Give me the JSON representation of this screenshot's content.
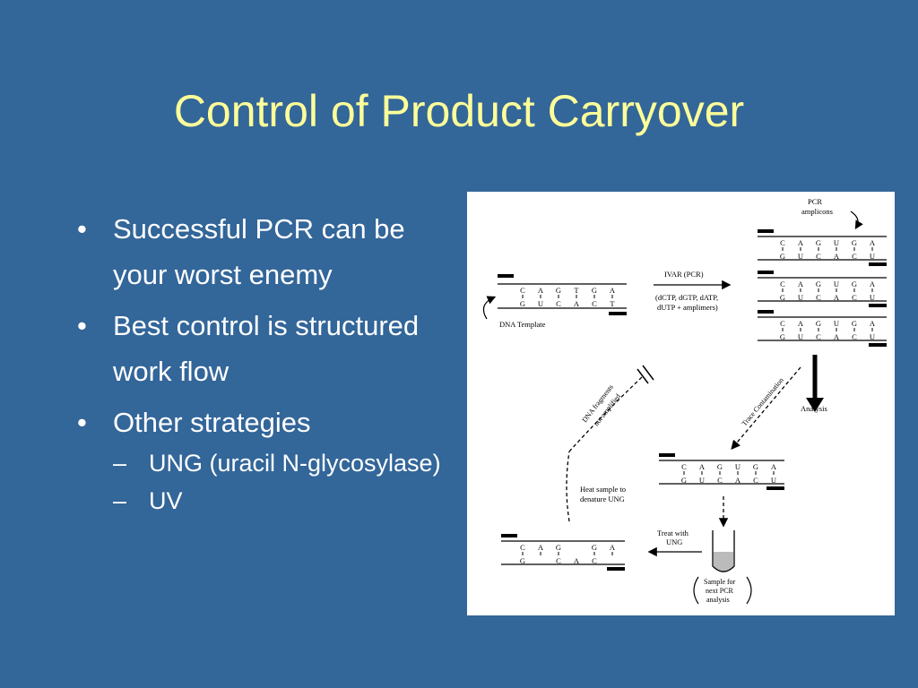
{
  "title": "Control of Product Carryover",
  "bullets": [
    {
      "text": "Successful PCR can be your worst enemy"
    },
    {
      "text": "Best control is structured work flow"
    },
    {
      "text": "Other strategies",
      "sub": [
        "UNG (uracil N-glycosylase)",
        "UV"
      ]
    }
  ],
  "bullet_marker": "•",
  "sub_marker": "–",
  "diagram": {
    "pcr_amplicons_label_1": "PCR",
    "pcr_amplicons_label_2": "amplicons",
    "ivar_label": "IVAR (PCR)",
    "reagents_label_1": "(dCTP, dGTP, dATP,",
    "reagents_label_2": "dUTP + amplimers)",
    "dna_template_label": "DNA Template",
    "analysis_label": "Analysis",
    "trace_contamination_label": "Trace Contamination",
    "fragments_label_1": "DNA fragments",
    "fragments_label_2": "not amplified",
    "heat_label_1": "Heat sample to",
    "heat_label_2": "denature UNG",
    "treat_label_1": "Treat with",
    "treat_label_2": "UNG",
    "sample_label_1": "Sample for",
    "sample_label_2": "next PCR",
    "sample_label_3": "analysis",
    "template_top": [
      "C",
      "A",
      "G",
      "T",
      "G",
      "A"
    ],
    "template_bottom": [
      "G",
      "U",
      "C",
      "A",
      "C",
      "T"
    ],
    "amplicon_top": [
      "C",
      "A",
      "G",
      "U",
      "G",
      "A"
    ],
    "amplicon_bottom": [
      "G",
      "U",
      "C",
      "A",
      "C",
      "U"
    ],
    "treated_top": [
      "C",
      "A",
      "G",
      "",
      "G",
      "A"
    ],
    "treated_bottom": [
      "G",
      "",
      "C",
      "A",
      "C",
      ""
    ]
  }
}
